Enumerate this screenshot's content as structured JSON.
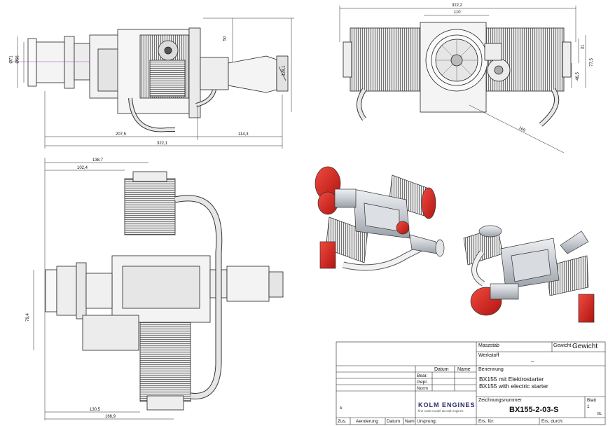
{
  "dimensions": {
    "side_view": {
      "d_outer": "Ø71",
      "d_inner": "Ø56",
      "height_top": "50",
      "height_total": "128,1",
      "len_left": "207,5",
      "len_right": "114,3",
      "len_total": "322,1"
    },
    "front_view": {
      "width_total": "322,2",
      "width_center": "110",
      "right_a": "31",
      "right_b": "77,5",
      "right_c": "46,5",
      "diagonal": "169"
    },
    "top_view": {
      "top_a": "138,7",
      "top_b": "102,4",
      "left_height": "79,4",
      "bottom_a": "130,5",
      "bottom_b": "166,9"
    }
  },
  "title_block": {
    "massstab_label": "Maszstab",
    "gewicht_label": "Gewicht",
    "gewicht_value": "Gewicht",
    "werkstoff_label": "Werkstoff",
    "werkstoff_value": "–",
    "datum_label": "Datum",
    "name_label": "Name",
    "bear_label": "Bear.",
    "gepr_label": "Gepr.",
    "norm_label": "Norm",
    "benennung_label": "Benennung",
    "benennung_line1": "BX155 mit Elektrostarter",
    "benennung_line2": "BX155 with electric starter",
    "company_name": "KOLM ENGINES",
    "company_tagline": "fine scale model aircraft engines",
    "zeichnungsnummer_label": "Zeichnungsnummer",
    "drawing_number": "BX155-2-03-S",
    "blatt_label": "Blatt",
    "blatt_value": "1",
    "blatt_total": "BL",
    "zus_label": "Zus.",
    "aenderung_label": "Aenderung",
    "datum2_label": "Datum",
    "nam_label": "Nam",
    "ursprung_label": "Ursprung:",
    "ers_fuer_label": "Ers. für:",
    "ers_durch_label": "Ers. durch:",
    "small_mark": "A"
  },
  "colors": {
    "line": "#222222",
    "metal": "#c9ccd2",
    "metal_dark": "#8d9199",
    "red_cap": "#d8231c",
    "accent_magenta": "#b13bc9"
  }
}
